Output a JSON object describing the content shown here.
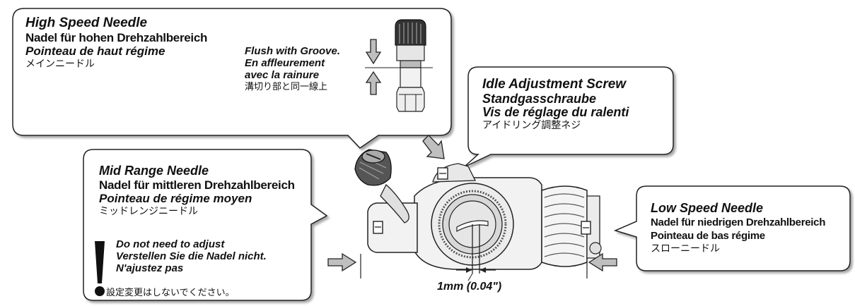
{
  "high_speed": {
    "en": "High Speed Needle",
    "de": "Nadel für hohen Drehzahlbereich",
    "fr": "Pointeau de haut régime",
    "jp": "メインニードル"
  },
  "flush": {
    "en": "Flush with Groove.",
    "fr1": "En affleurement",
    "fr2": "avec la rainure",
    "jp": "溝切り部と同一線上"
  },
  "idle_screw": {
    "en": "Idle Adjustment Screw",
    "de": "Standgasschraube",
    "fr": "Vis de réglage du ralenti",
    "jp": "アイドリング調整ネジ"
  },
  "mid_range": {
    "en": "Mid Range Needle",
    "de": "Nadel für mittleren Drehzahlbereich",
    "fr": "Pointeau de régime moyen",
    "jp": "ミッドレンジニードル"
  },
  "warning": {
    "en": "Do not need to adjust",
    "de": "Verstellen Sie die Nadel nicht.",
    "fr": "N'ajustez pas",
    "jp": "設定変更はしないでください。"
  },
  "low_speed": {
    "en": "Low Speed Needle",
    "de": "Nadel für niedrigen Drehzahlbereich",
    "fr": "Pointeau de bas régime",
    "jp": "スローニードル"
  },
  "gap_label": "1mm (0.04\")",
  "colors": {
    "line": "#222222",
    "arrow_fill": "#bfbfbf",
    "body_fill": "#f2f2f2",
    "dark": "#333333"
  }
}
